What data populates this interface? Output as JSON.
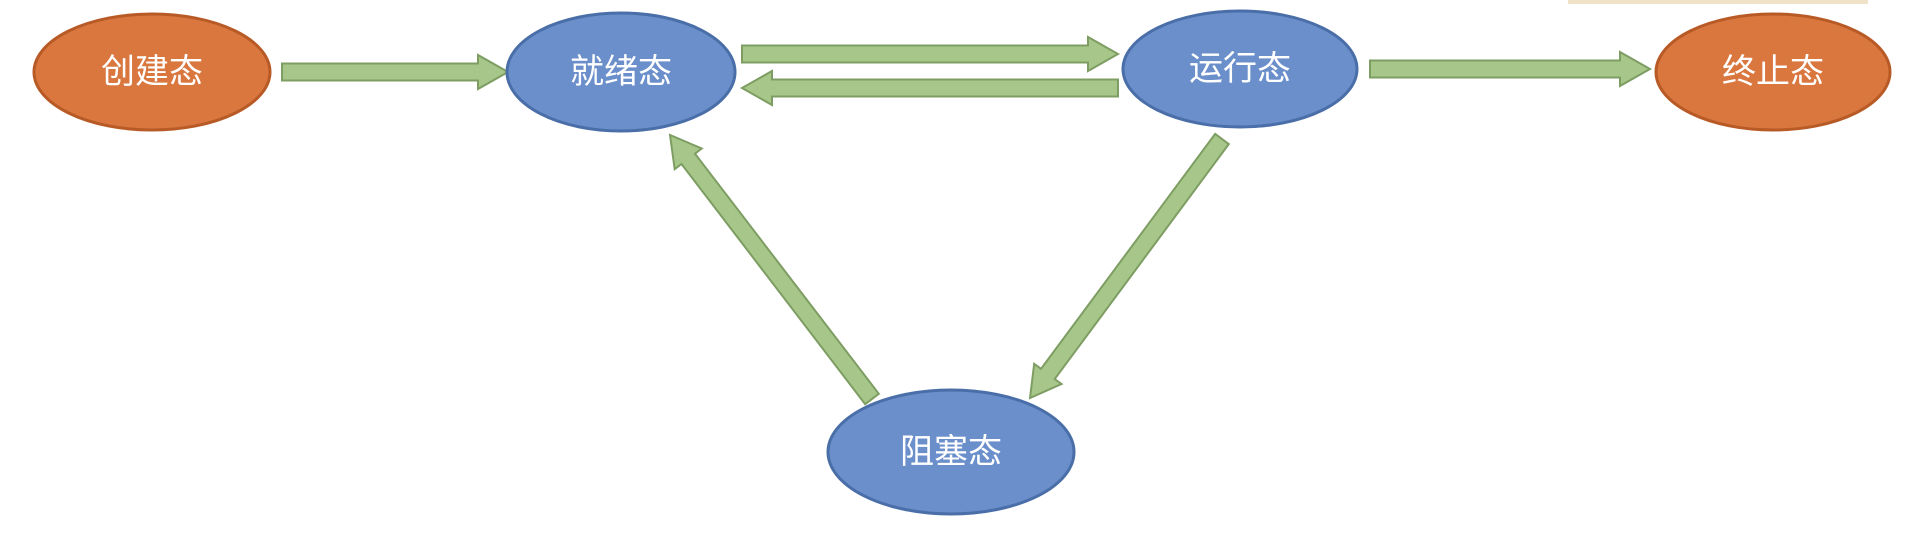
{
  "colors": {
    "terminal_node": "#d9773f",
    "terminal_node_border": "#b85a26",
    "state_node": "#6b8fca",
    "state_node_border": "#4a6ea8",
    "arrow_fill": "#a7c78a",
    "arrow_border": "#7d9d63",
    "label_text": "#ffffff"
  },
  "nodes": {
    "created": {
      "label": "创建态",
      "kind": "terminal"
    },
    "ready": {
      "label": "就绪态",
      "kind": "state"
    },
    "running": {
      "label": "运行态",
      "kind": "state"
    },
    "terminated": {
      "label": "终止态",
      "kind": "terminal"
    },
    "blocked": {
      "label": "阻塞态",
      "kind": "state"
    }
  },
  "edges": [
    {
      "from": "created",
      "to": "ready"
    },
    {
      "from": "ready",
      "to": "running"
    },
    {
      "from": "running",
      "to": "ready"
    },
    {
      "from": "running",
      "to": "terminated"
    },
    {
      "from": "running",
      "to": "blocked"
    },
    {
      "from": "blocked",
      "to": "ready"
    }
  ]
}
